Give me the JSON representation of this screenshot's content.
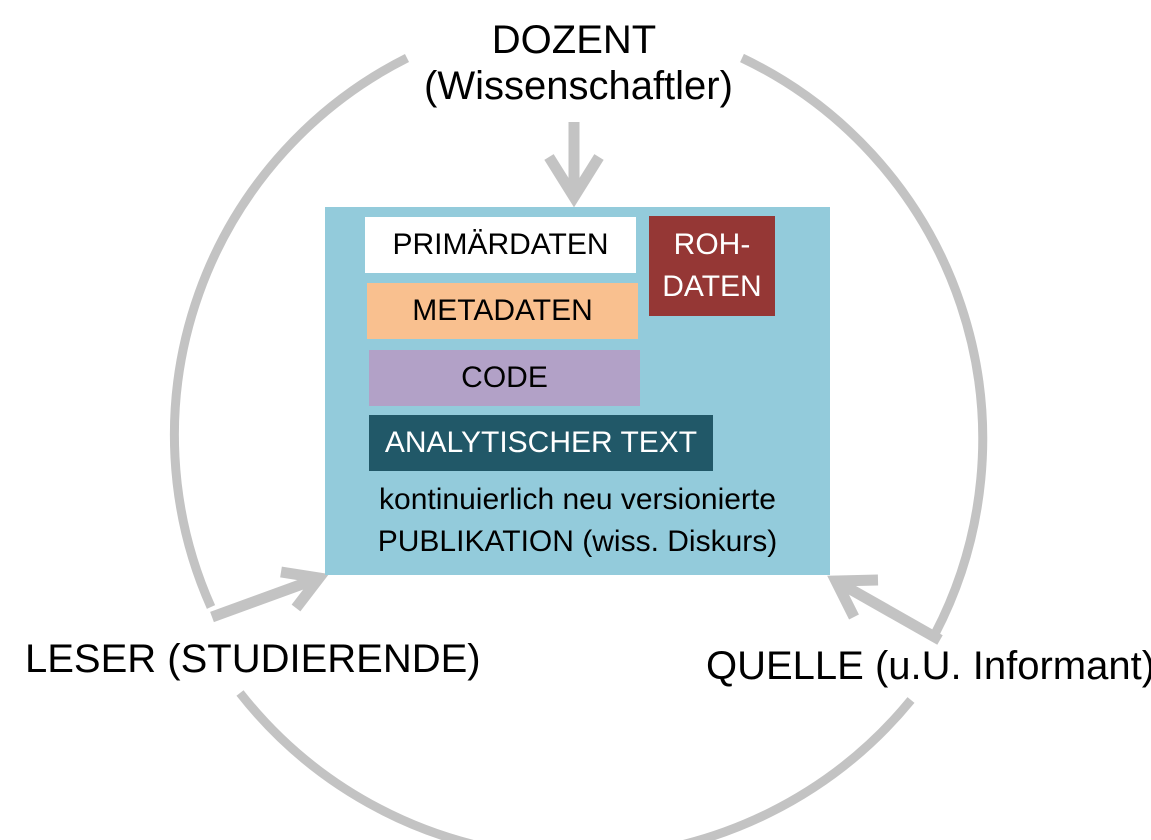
{
  "diagram": {
    "top_node": {
      "line1": "DOZENT",
      "line2": "(Wissenschaftler)"
    },
    "left_node": "LESER (STUDIERENDE)",
    "right_node": "QUELLE (u.U. Informant)",
    "publication": {
      "blocks": {
        "primaerdaten": "PRIMÄRDATEN",
        "metadaten": "METADATEN",
        "code": "CODE",
        "analytischer_text": "ANALYTISCHER TEXT",
        "rohdaten_line1": "ROH-",
        "rohdaten_line2": "DATEN"
      },
      "caption_line1": "kontinuierlich neu versionierte",
      "caption_line2": "PUBLIKATION (wiss. Diskurs)"
    },
    "colors": {
      "cycle": "#c3c3c3",
      "publication_box": "#93cbdb",
      "primaerdaten": "#ffffff",
      "metadaten": "#f9c08f",
      "code": "#b2a1c7",
      "analytischer_text": "#215868",
      "rohdaten": "#953735"
    }
  }
}
